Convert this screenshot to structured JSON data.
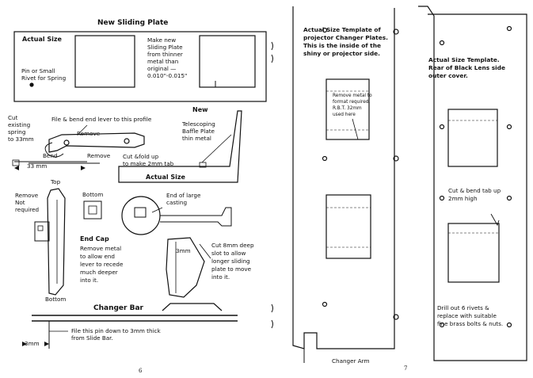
{
  "left_page": {
    "title": "New Sliding Plate",
    "actual_size_label": "Actual Size",
    "pin_note_1": "Pin or Small",
    "pin_note_2": "Rivet for Spring",
    "make_new_1": "Make new",
    "make_new_2": "Sliding Plate",
    "make_new_3": "from thinner",
    "make_new_4": "metal than",
    "make_new_5": "original —",
    "make_new_6": "0.010\"-0.015\"",
    "cut_spring_1": "Cut",
    "cut_spring_2": "existing",
    "cut_spring_3": "spring",
    "cut_spring_4": "to 33mm",
    "dim_33": "33 mm",
    "file_bend": "File & bend end lever to this profile",
    "remove_1": "Remove",
    "remove_2": "Remove",
    "bend": "Bend",
    "new_label": "New",
    "telescoping_1": "Telescoping",
    "telescoping_2": "Baffle Plate",
    "telescoping_3": "thin metal",
    "cut_fold_1": "Cut &fold up",
    "cut_fold_2": "to make 2mm tab",
    "actual_size_2": "Actual Size",
    "top": "Top",
    "bottom_1": "Bottom",
    "remove_not_1": "Remove",
    "remove_not_2": "Not",
    "remove_not_3": "required",
    "end_of_large_1": "End of large",
    "end_of_large_2": "casting",
    "end_cap": "End Cap",
    "end_cap_1": "Remove metal",
    "end_cap_2": "to allow end",
    "end_cap_3": "lever to recede",
    "end_cap_4": "much deeper",
    "end_cap_5": "into it.",
    "bottom_2": "Bottom",
    "dim_3mm": "3mm",
    "cut_8mm_1": "Cut 8mm deep",
    "cut_8mm_2": "slot to allow",
    "cut_8mm_3": "longer sliding",
    "cut_8mm_4": "plate to move",
    "cut_8mm_5": "into it.",
    "changer_bar": "Changer Bar",
    "file_pin_1": "File this pin down to 3mm thick",
    "file_pin_2": "from Slide Bar.",
    "dim_3mm_2": "3mm",
    "page_number": "6"
  },
  "right_page": {
    "template_1": "Actual Size Template of",
    "template_2": "projector Changer Plates.",
    "template_3": "This is the inside of the",
    "template_4": "shiny or projector side.",
    "remove_note_1": "Remove metal to",
    "remove_note_2": "format required.",
    "remove_note_3": "R.B.T. 32mm",
    "remove_note_4": "used here",
    "changer_arm": "Changer Arm",
    "rear_1": "Actual Size Template.",
    "rear_2": "Rear of Black Lens side",
    "rear_3": "outer cover.",
    "cut_bend_1": "Cut & bend tab up",
    "cut_bend_2": "2mm high",
    "drill_1": "Drill out 6 rivets &",
    "drill_2": "replace with suitable",
    "drill_3": "fine brass bolts & nuts.",
    "page_number": "7"
  }
}
